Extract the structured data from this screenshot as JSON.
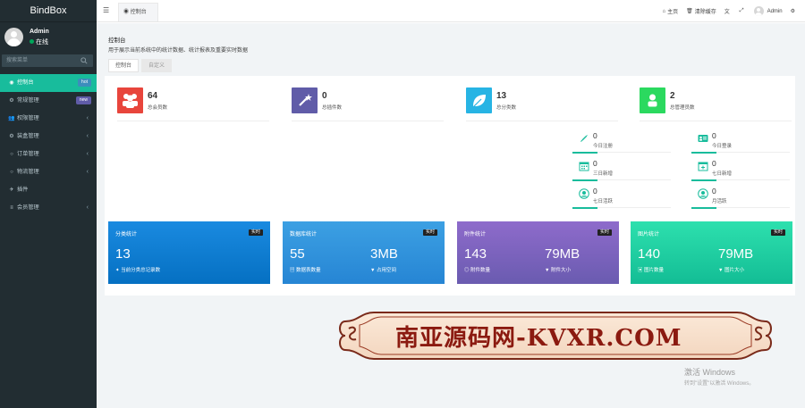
{
  "app": {
    "brand": "BindBox"
  },
  "user": {
    "name": "Admin",
    "status": "在线"
  },
  "search": {
    "placeholder": "搜索菜单"
  },
  "menu": [
    {
      "label": "控制台",
      "icon": "dashboard-icon",
      "active": true,
      "badge": "hot"
    },
    {
      "label": "常规管理",
      "icon": "cogs-icon",
      "badge": "new"
    },
    {
      "label": "权限管理",
      "icon": "group-icon",
      "chevron": "‹"
    },
    {
      "label": "装盒管理",
      "icon": "gear-icon",
      "chevron": "‹"
    },
    {
      "label": "订单管理",
      "icon": "circle-icon",
      "chevron": "‹"
    },
    {
      "label": "物流管理",
      "icon": "circle-icon",
      "chevron": "‹"
    },
    {
      "label": "插件",
      "icon": "rocket-icon"
    },
    {
      "label": "会员管理",
      "icon": "list-icon",
      "chevron": "‹"
    }
  ],
  "topbar": {
    "tab_label": "控制台",
    "home": "主页",
    "clear_cache": "清除缓存",
    "username": "Admin"
  },
  "page": {
    "title": "控制台",
    "description": "用于展示当前系统中的统计数据、统计报表及重要实时数据",
    "tabs": [
      "控制台",
      "自定义"
    ]
  },
  "stats": [
    {
      "value": "64",
      "label": "总会员数",
      "color": "#e8453c"
    },
    {
      "value": "0",
      "label": "总插件数",
      "color": "#605ca8"
    },
    {
      "value": "13",
      "label": "总分类数",
      "color": "#27b4e4"
    },
    {
      "value": "2",
      "label": "总管理员数",
      "color": "#2bd95f"
    }
  ],
  "mini_stats": [
    {
      "value": "0",
      "label": "今日注册",
      "icon": "rocket-icon"
    },
    {
      "value": "0",
      "label": "今日登录",
      "icon": "id-card-icon"
    },
    {
      "value": "0",
      "label": "三日新增",
      "icon": "calendar-icon"
    },
    {
      "value": "0",
      "label": "七日新增",
      "icon": "calendar-plus-icon"
    },
    {
      "value": "0",
      "label": "七日活跃",
      "icon": "user-circle-icon"
    },
    {
      "value": "0",
      "label": "月活跃",
      "icon": "user-circle-icon"
    }
  ],
  "cards": [
    {
      "title": "分类统计",
      "badge": "实时",
      "v1": "13",
      "l1": "当前分类总记录数",
      "v2": "",
      "l2": "",
      "color1": "#1a8ae0",
      "color2": "#0570c2"
    },
    {
      "title": "数据库统计",
      "badge": "实时",
      "v1": "55",
      "l1": "数据表数量",
      "v2": "3MB",
      "l2": "占用空间",
      "color1": "#3ca0e3",
      "color2": "#2685d4"
    },
    {
      "title": "附件统计",
      "badge": "实时",
      "v1": "143",
      "l1": "附件数量",
      "v2": "79MB",
      "l2": "附件大小",
      "color1": "#8e6bcb",
      "color2": "#6a5bb0"
    },
    {
      "title": "图片统计",
      "badge": "实时",
      "v1": "140",
      "l1": "图片数量",
      "v2": "79MB",
      "l2": "图片大小",
      "color1": "#2de0ae",
      "color2": "#13bd95"
    }
  ],
  "watermark": {
    "banner": "南亚源码网-KVXR.COM",
    "windows1": "激活 Windows",
    "windows2": "转到\"设置\"以激活 Windows。"
  }
}
